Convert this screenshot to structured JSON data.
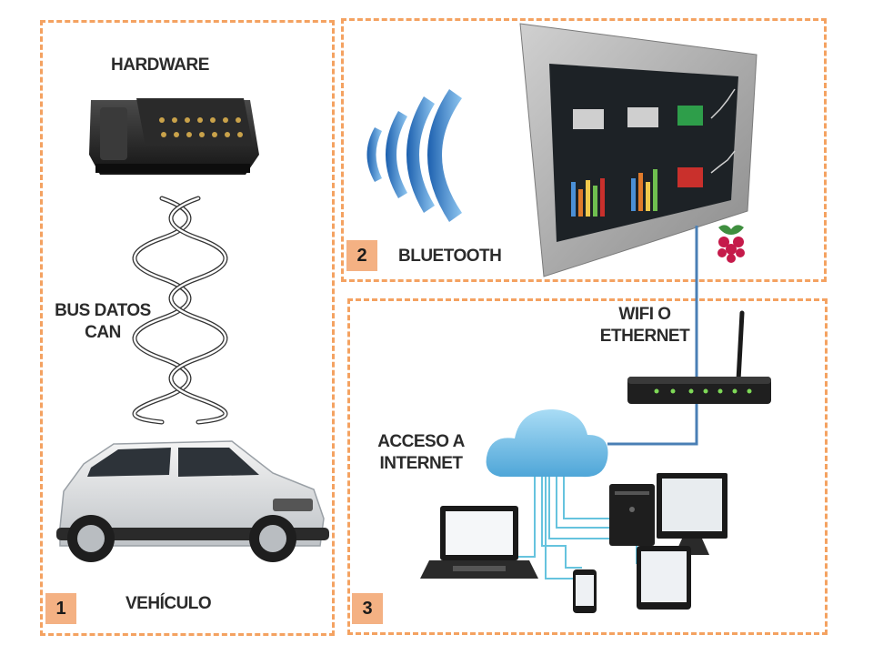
{
  "labels": {
    "hardware": "HARDWARE",
    "bus_line1": "BUS DATOS",
    "bus_line2": "CAN",
    "vehicle": "VEHÍCULO",
    "bluetooth": "BLUETOOTH",
    "wifi_line1": "WIFI O",
    "wifi_line2": "ETHERNET",
    "internet_line1": "ACCESO A",
    "internet_line2": "INTERNET"
  },
  "badges": {
    "one": "1",
    "two": "2",
    "three": "3"
  },
  "colors": {
    "dashed_border": "#f4a261",
    "badge_fill": "#f4b183",
    "connector_line": "#4a7fb5",
    "bluetooth_waves": "#2e78c7",
    "cloud": "#7ec3ea",
    "label_text": "#2b2b2b"
  },
  "icons": [
    "obd-connector-icon",
    "twisted-pair-icon",
    "car-icon",
    "wireless-waves-icon",
    "touch-panel-icon",
    "raspberry-pi-icon",
    "router-icon",
    "cloud-icon",
    "laptop-icon",
    "desktop-pc-icon",
    "tablet-icon",
    "smartphone-icon"
  ]
}
